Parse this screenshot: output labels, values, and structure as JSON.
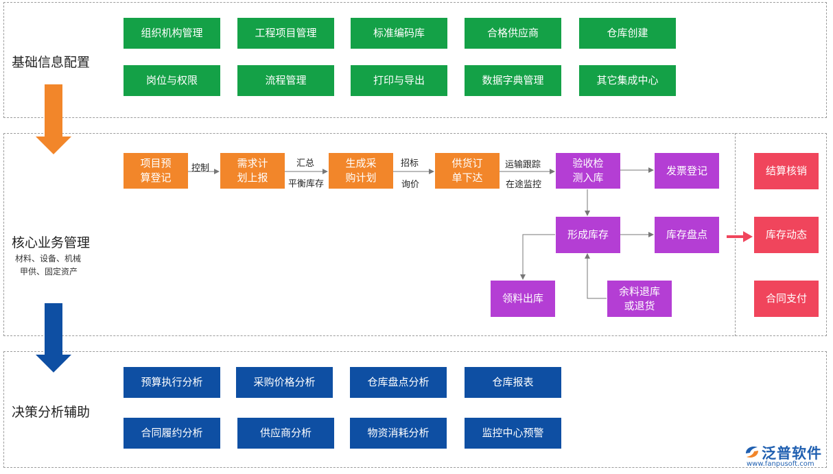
{
  "sections": {
    "basic": {
      "title": "基础信息配置",
      "items": [
        "组织机构管理",
        "工程项目管理",
        "标准编码库",
        "合格供应商",
        "仓库创建",
        "岗位与权限",
        "流程管理",
        "打印与导出",
        "数据字典管理",
        "其它集成中心"
      ]
    },
    "core": {
      "title": "核心业务管理",
      "subtitle_line1": "材料、设备、机械",
      "subtitle_line2": "甲供、固定资产"
    },
    "decision": {
      "title": "决策分析辅助",
      "items": [
        "预算执行分析",
        "采购价格分析",
        "仓库盘点分析",
        "仓库报表",
        "合同履约分析",
        "供应商分析",
        "物资消耗分析",
        "监控中心预警"
      ]
    }
  },
  "flow": {
    "nodes": {
      "budget": "项目预\n算登记",
      "demand": "需求计\n划上报",
      "purchase": "生成采\n购计划",
      "order": "供货订\n单下达",
      "inspect": "验收检\n测入库",
      "invoice": "发票登记",
      "stock": "形成库存",
      "check": "库存盘点",
      "issue": "领料出库",
      "return": "余料退库\n或退货"
    },
    "edge_labels": {
      "control": "控制",
      "summary": "汇总",
      "balance": "平衡库存",
      "bid": "招标",
      "inquiry": "询价",
      "transport": "运输跟踪",
      "monitor": "在途监控"
    }
  },
  "right_column": [
    "结算核销",
    "库存动态",
    "合同支付"
  ],
  "colors": {
    "green": "#14a147",
    "orange": "#f2862a",
    "purple": "#b43ed4",
    "red": "#f0455c",
    "blue": "#0e4fa3",
    "arrow_orange": "#f2862a",
    "arrow_blue": "#0e4fa3",
    "arrow_red": "#f0455c",
    "connector": "#777777"
  },
  "logo": {
    "name": "泛普软件",
    "url": "www.fanpusoft.com",
    "icon": "fanpu-logo-icon"
  }
}
